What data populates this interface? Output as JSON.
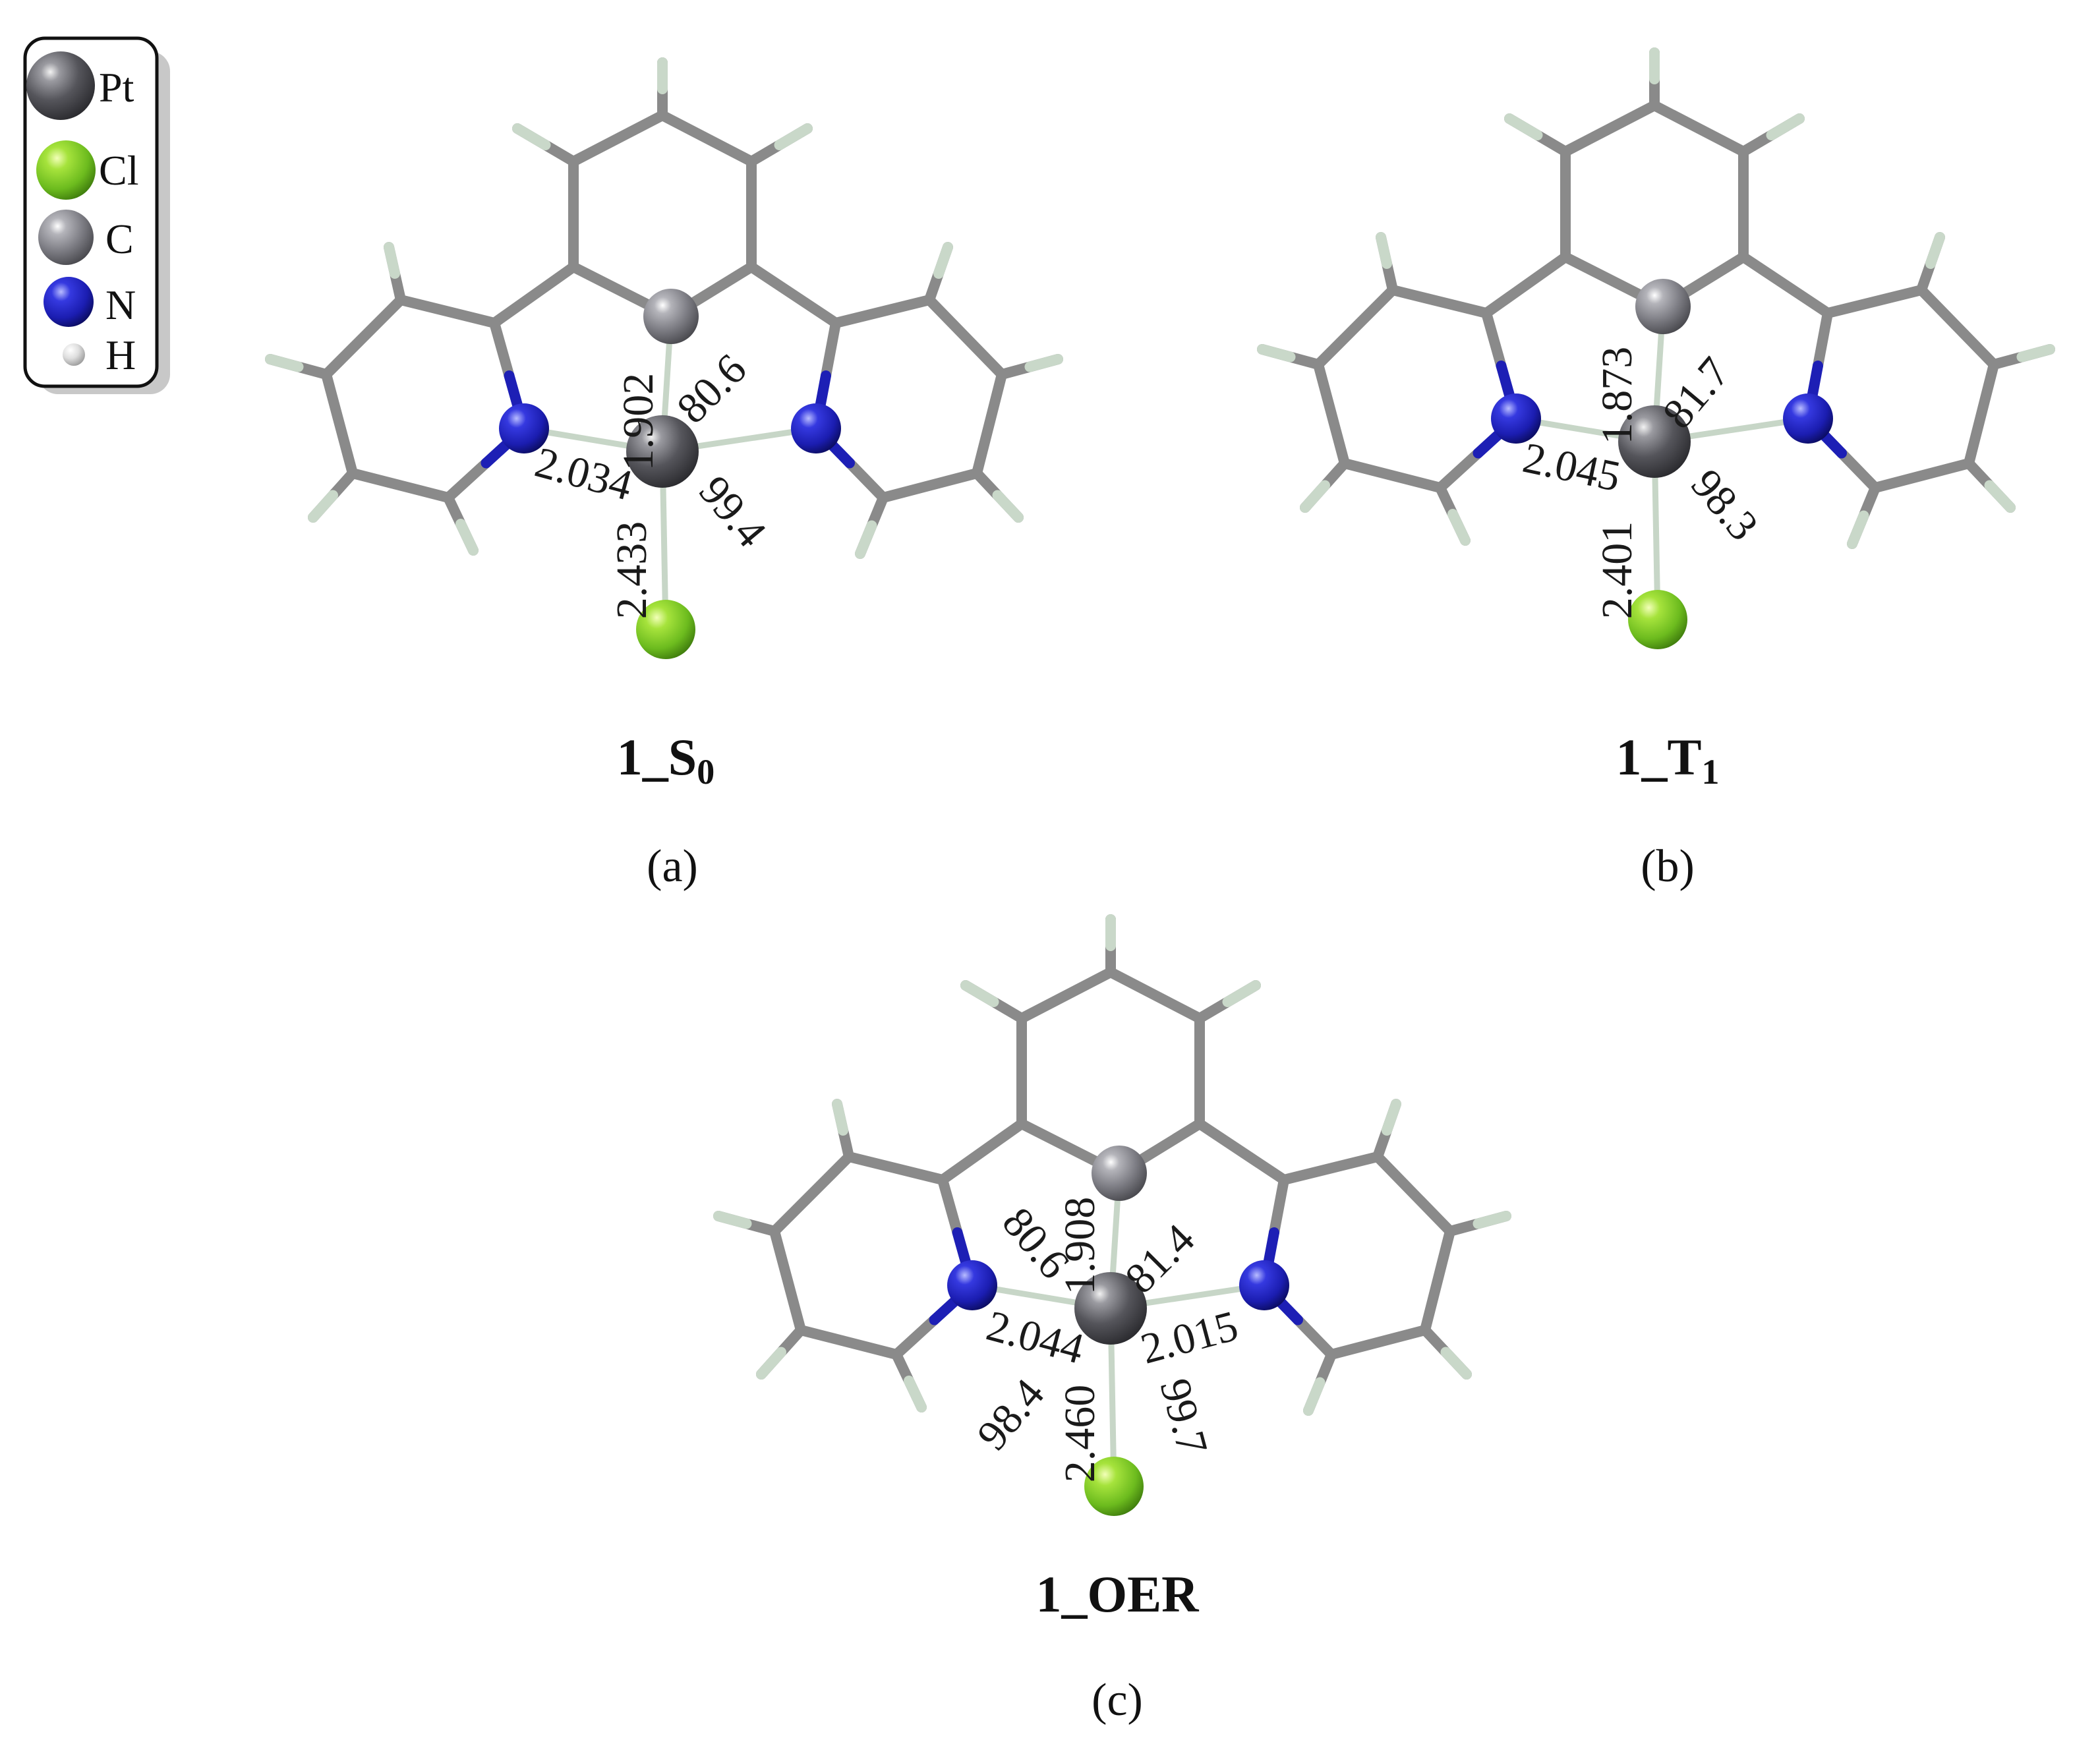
{
  "legend": {
    "items": [
      {
        "symbol": "Pt",
        "color": "#4d4d52"
      },
      {
        "symbol": "Cl",
        "color": "#7ecb2a"
      },
      {
        "symbol": "C",
        "color": "#7f7f86"
      },
      {
        "symbol": "N",
        "color": "#1d1fb5"
      },
      {
        "symbol": "H",
        "color": "#d8ddd8"
      }
    ]
  },
  "colors": {
    "bond": "#8a8a8a",
    "bond_n": "#1d1fb5",
    "h_stub": "#c9d8c9",
    "coordination_bond": "#c7d6c7"
  },
  "structures": [
    {
      "name_main": "1_S",
      "name_sub": "0",
      "panel_label": "(a)",
      "measurements": {
        "pt_c_bond": "1.902",
        "pt_n_left_bond": "2.034",
        "pt_cl_bond": "2.433",
        "angle_c_pt_n_right": "80.6",
        "angle_n_right_pt_cl": "99.4"
      }
    },
    {
      "name_main": "1_T",
      "name_sub": "1",
      "panel_label": "(b)",
      "measurements": {
        "pt_c_bond": "1.873",
        "pt_n_left_bond": "2.045",
        "pt_cl_bond": "2.401",
        "angle_c_pt_n_right": "81.7",
        "angle_n_right_pt_cl": "98.3"
      }
    },
    {
      "name_main": "1_OER",
      "name_sub": "",
      "panel_label": "(c)",
      "measurements": {
        "pt_c_bond": "1.908",
        "pt_n_left_bond": "2.044",
        "pt_n_right_bond": "2.015",
        "pt_cl_bond": "2.460",
        "angle_n_left_pt_c": "80.6",
        "angle_c_pt_n_right": "81.4",
        "angle_n_left_pt_cl": "98.4",
        "angle_n_right_pt_cl": "99.7"
      }
    }
  ]
}
